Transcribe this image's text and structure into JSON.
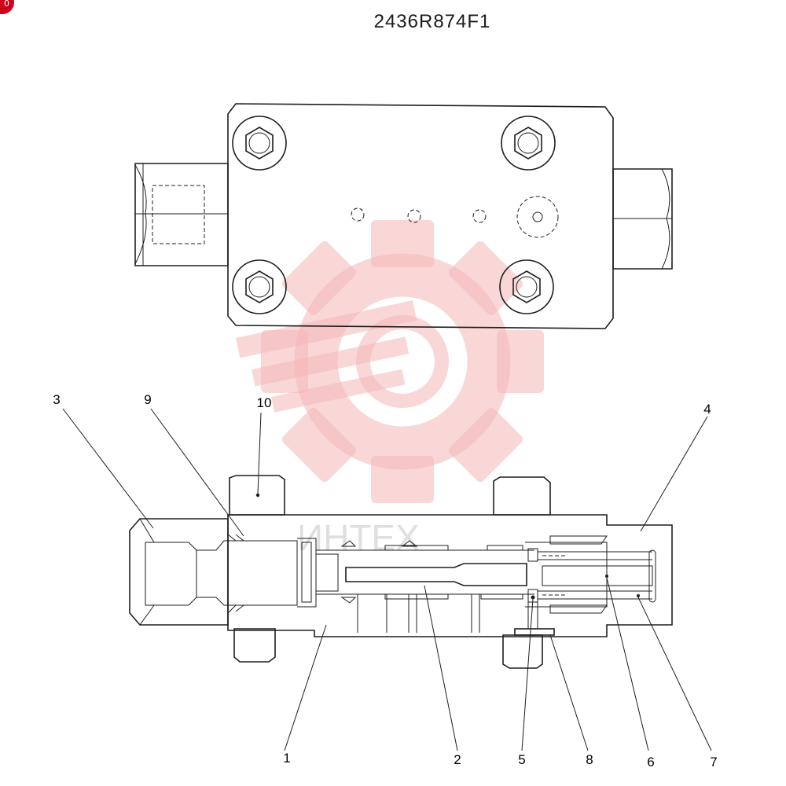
{
  "drawing": {
    "title": "2436R874F1",
    "corner_badge": "0",
    "watermark_text": "ИНТЕХ"
  },
  "callouts": [
    {
      "label": "1"
    },
    {
      "label": "2"
    },
    {
      "label": "3"
    },
    {
      "label": "4"
    },
    {
      "label": "5"
    },
    {
      "label": "6"
    },
    {
      "label": "7"
    },
    {
      "label": "8"
    },
    {
      "label": "9"
    },
    {
      "label": "10"
    }
  ],
  "colors": {
    "line": "#1e1e1e",
    "watermark": "#f4b6b6",
    "badge": "#d0021b"
  }
}
